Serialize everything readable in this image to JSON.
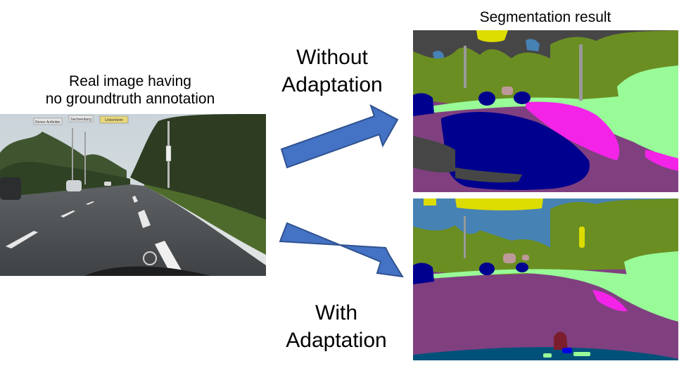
{
  "captions": {
    "real_image": [
      "Real image having",
      "no groundtruth annotation"
    ],
    "segmentation": "Segmentation result"
  },
  "labels": {
    "without": [
      "Without",
      "Adaptation"
    ],
    "with": [
      "With",
      "Adaptation"
    ]
  },
  "signs": {
    "sign_left": "Reiner Antfelder",
    "sign_mid": "Sachsenburg",
    "sign_right": "Linkenheim"
  },
  "colors": {
    "arrow_fill": "#4472C4",
    "arrow_stroke": "#2F528F",
    "road": "#804080",
    "car": "#00008E",
    "vegetation": "#6B8E23",
    "terrain": "#98FB98",
    "sky": "#4682B4",
    "sidewalk": "#F423E8",
    "building": "#464646",
    "sign": "#DCDC00",
    "pole": "#999999",
    "wall": "#BE9999",
    "person": "#7A1E2E"
  }
}
